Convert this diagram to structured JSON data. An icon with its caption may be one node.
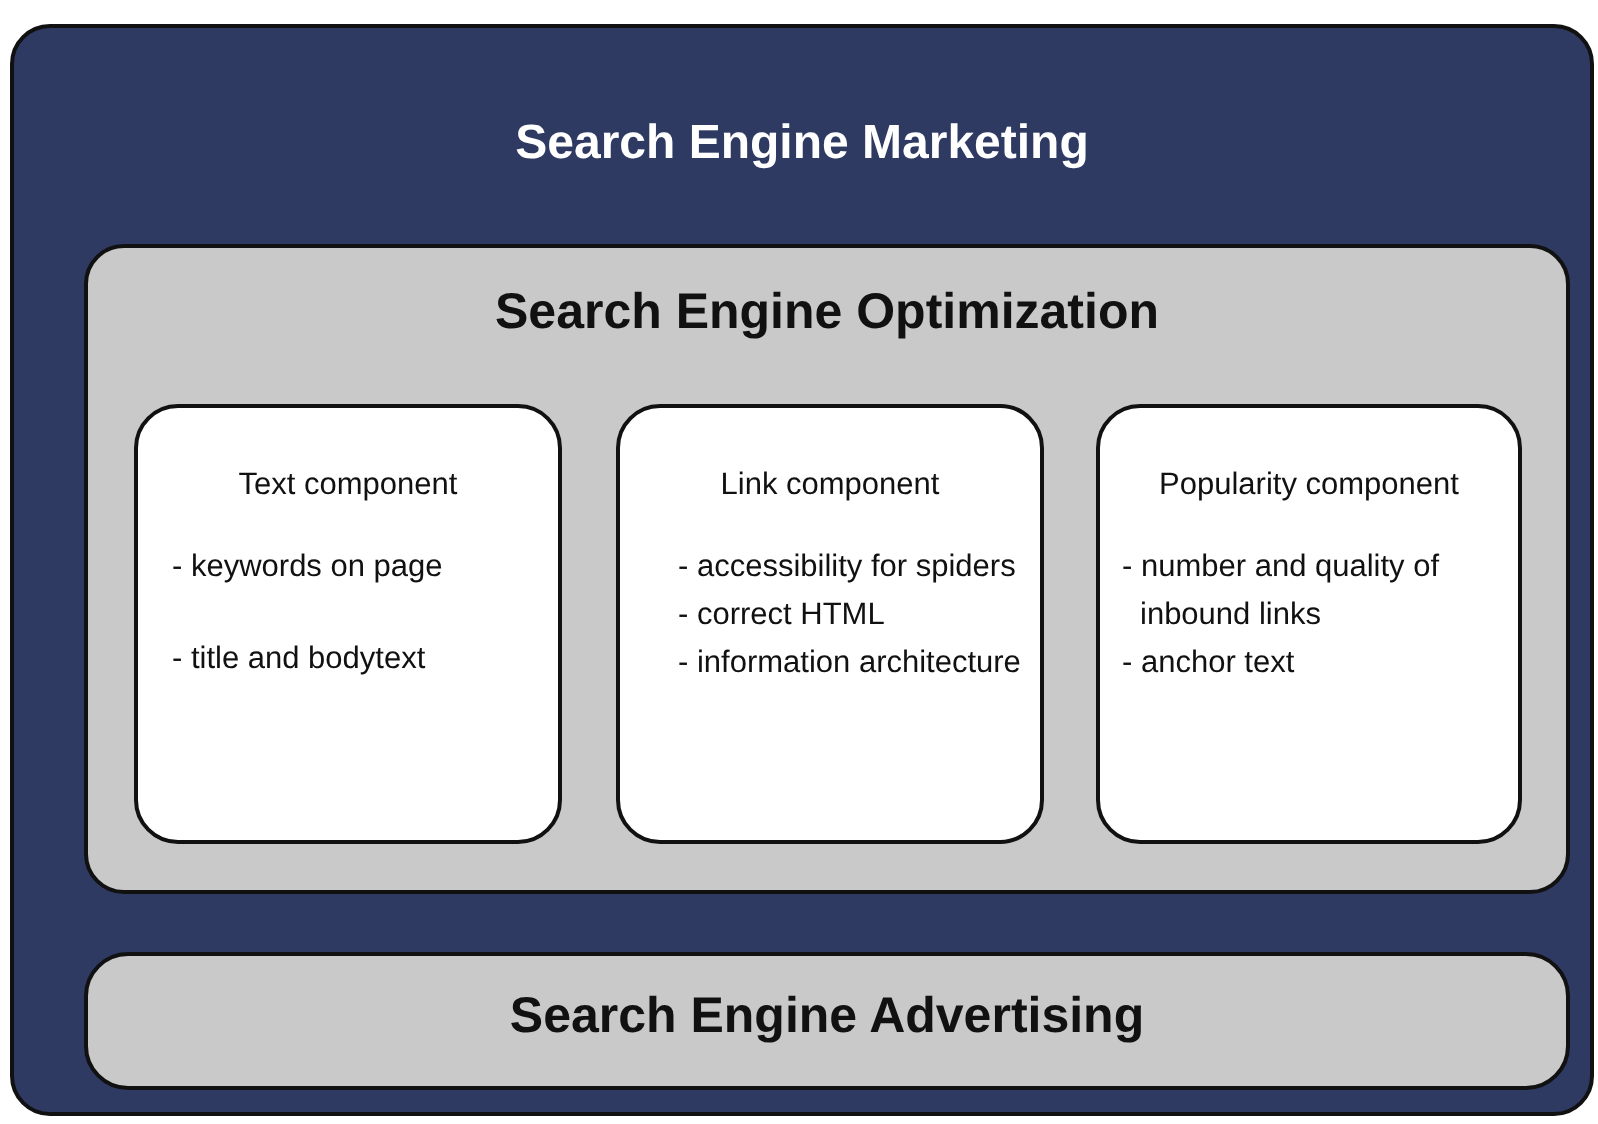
{
  "diagram": {
    "nodes": [
      {
        "text": [
          "Search Engine Marketing"
        ]
      },
      {
        "text": [
          "Search Engine Optimization"
        ],
        "in": 0
      },
      {
        "text": [
          "Text component",
          "- keywords on page",
          "- title and bodytext"
        ],
        "in": 1
      },
      {
        "text": [
          "Link component",
          "- accessibility for spiders",
          "- correct HTML",
          "- information architecture"
        ],
        "in": 1
      },
      {
        "text": [
          "Popularity component",
          "- number and quality of inbound links",
          "- anchor text"
        ],
        "in": 1
      },
      {
        "text": [
          "Search Engine Advertising"
        ],
        "in": 0
      }
    ]
  }
}
